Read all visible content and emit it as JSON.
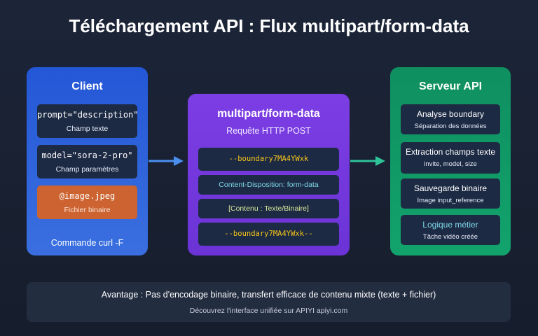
{
  "title": "Téléchargement API : Flux multipart/form-data",
  "client": {
    "title": "Client",
    "fields": [
      {
        "main": "prompt=\"description\"",
        "sub": "Champ texte"
      },
      {
        "main": "model=\"sora-2-pro\"",
        "sub": "Champ paramètres"
      },
      {
        "main": "@image.jpeg",
        "sub": "Fichier binaire"
      }
    ],
    "footer": "Commande curl -F"
  },
  "request": {
    "title": "multipart/form-data",
    "subtitle": "Requête HTTP POST",
    "parts": [
      "--boundary7MA4YWxk",
      "Content-Disposition: form-data",
      "[Contenu : Texte/Binaire]",
      "--boundary7MA4YWxk--"
    ]
  },
  "server": {
    "title": "Serveur API",
    "steps": [
      {
        "main": "Analyse boundary",
        "sub": "Séparation des données"
      },
      {
        "main": "Extraction champs texte",
        "sub": "invite, model, size"
      },
      {
        "main": "Sauvegarde binaire",
        "sub": "Image input_reference"
      },
      {
        "main": "Logique métier",
        "sub": "Tâche vidéo créée"
      }
    ]
  },
  "footer": {
    "advantage": "Avantage : Pas d'encodage binaire, transfert efficace de contenu mixte (texte + fichier)",
    "promo": "Découvrez l'interface unifiée sur APIYI apiyi.com"
  },
  "colors": {
    "client": "#2e63dc",
    "request": "#7339dd",
    "server": "#119a66",
    "arrow_left": "#4a8ff0",
    "arrow_right": "#2fc39a",
    "boundary_text": "#f5c518"
  }
}
